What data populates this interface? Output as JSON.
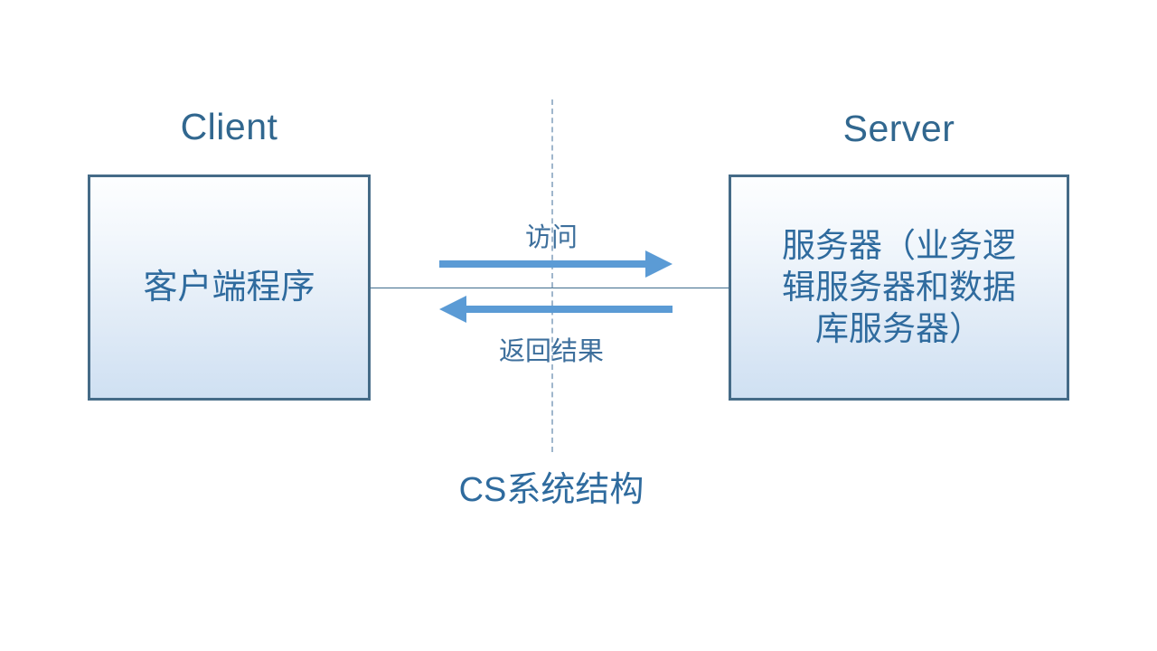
{
  "diagram": {
    "caption": "CS系统结构",
    "columns": [
      {
        "id": "client",
        "heading": "Client"
      },
      {
        "id": "server",
        "heading": "Server"
      }
    ],
    "nodes": [
      {
        "id": "client-box",
        "label": "客户端程序"
      },
      {
        "id": "server-box",
        "label": "服务器（业务逻\n辑服务器和数据\n库服务器）"
      }
    ],
    "arrows": [
      {
        "id": "request",
        "label": "访问",
        "direction": "right",
        "color": "#5b9bd5"
      },
      {
        "id": "response",
        "label": "返回结果",
        "direction": "left",
        "color": "#5b9bd5"
      }
    ],
    "divider": {
      "style": "dashed",
      "color": "#9fb6cc"
    },
    "colors": {
      "heading_text": "#31678f",
      "box_border": "#456b87",
      "box_fill_top": "#fdfeff",
      "box_fill_bottom": "#cfe0f2",
      "box_text": "#2f6b9e",
      "arrow_fill": "#5b9bd5",
      "connector_line": "#3f6c8d",
      "caption_text": "#2f6b9e",
      "background": "#ffffff"
    }
  }
}
